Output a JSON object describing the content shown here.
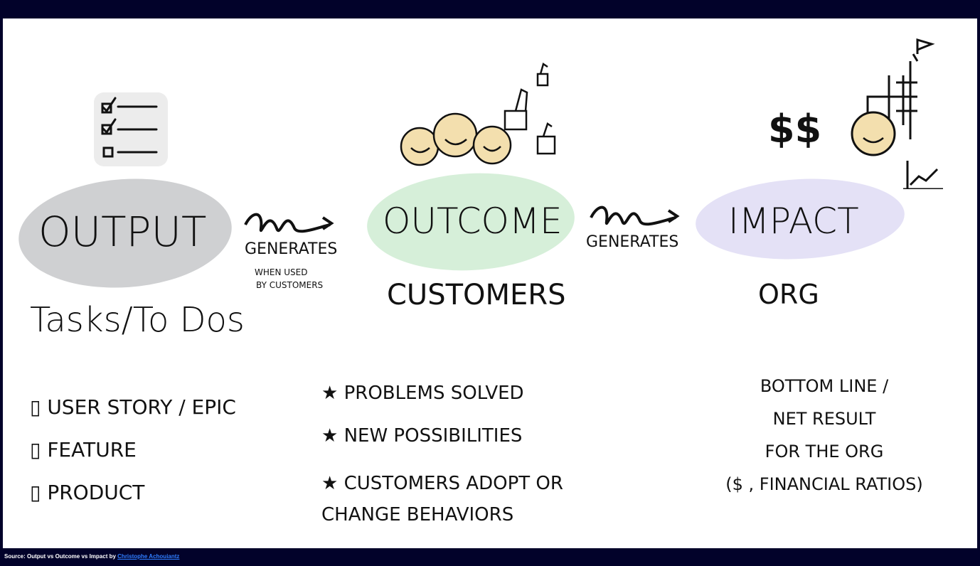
{
  "output": {
    "title": "OUTPUT",
    "subtitle": "Tasks/To Dos",
    "items": [
      "User Story / Epic",
      "Feature",
      "Product"
    ]
  },
  "arrow1": {
    "label": "Generates",
    "note_line1": "When used",
    "note_line2": "by customers"
  },
  "outcome": {
    "title": "OUTCOME",
    "subtitle": "Customers",
    "items": [
      "Problems solved",
      "New possibilities",
      "Customers adopt or change behaviors"
    ]
  },
  "arrow2": {
    "label": "Generates"
  },
  "impact": {
    "title": "IMPACT",
    "subtitle": "ORG",
    "symbol": "$$",
    "description": [
      "Bottom line /",
      "Net result",
      "for the org",
      "($ , financial ratios)"
    ]
  },
  "footer": {
    "prefix": "Source: Output vs Outcome vs Impact by",
    "link": "Christophe Achouiantz"
  },
  "colors": {
    "output": "#cfd0d2",
    "outcome": "#d6efd9",
    "impact": "#e4e1f6",
    "face": "#f3dfae",
    "frame": "#02022a"
  }
}
